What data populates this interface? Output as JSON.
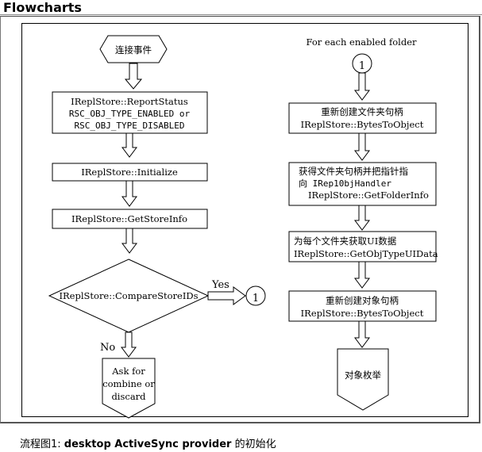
{
  "header": {
    "title": "Flowcharts"
  },
  "diagram": {
    "left": {
      "start": "连接事件",
      "report_status": [
        "IReplStore::ReportStatus",
        "RSC_OBJ_TYPE_ENABLED or",
        "RSC_OBJ_TYPE_DISABLED"
      ],
      "initialize": "IReplStore::Initialize",
      "get_store_info": "IReplStore::GetStoreInfo",
      "compare": "IReplStore::CompareStoreIDs",
      "yes_label": "Yes",
      "no_label": "No",
      "ask": [
        "Ask for",
        "combine or",
        "discard"
      ]
    },
    "connector_label": "1",
    "right": {
      "heading": "For each enabled folder",
      "box1": [
        "重新创建文件夹句柄",
        "IReplStore::BytesToObject"
      ],
      "box2": [
        "获得文件夹句柄并把指针指",
        "向 IRep10bjHandler",
        "IReplStore::GetFolderInfo"
      ],
      "box3": [
        "为每个文件夹获取UI数据",
        "IReplStore::GetObjTypeUIData"
      ],
      "box4": [
        "重新创建对象句柄",
        "IReplStore::BytesToObject"
      ],
      "end": "对象枚举"
    }
  },
  "caption": {
    "prefix": "流程图1: ",
    "bold": "desktop ActiveSync provider",
    "suffix": " 的初始化"
  }
}
